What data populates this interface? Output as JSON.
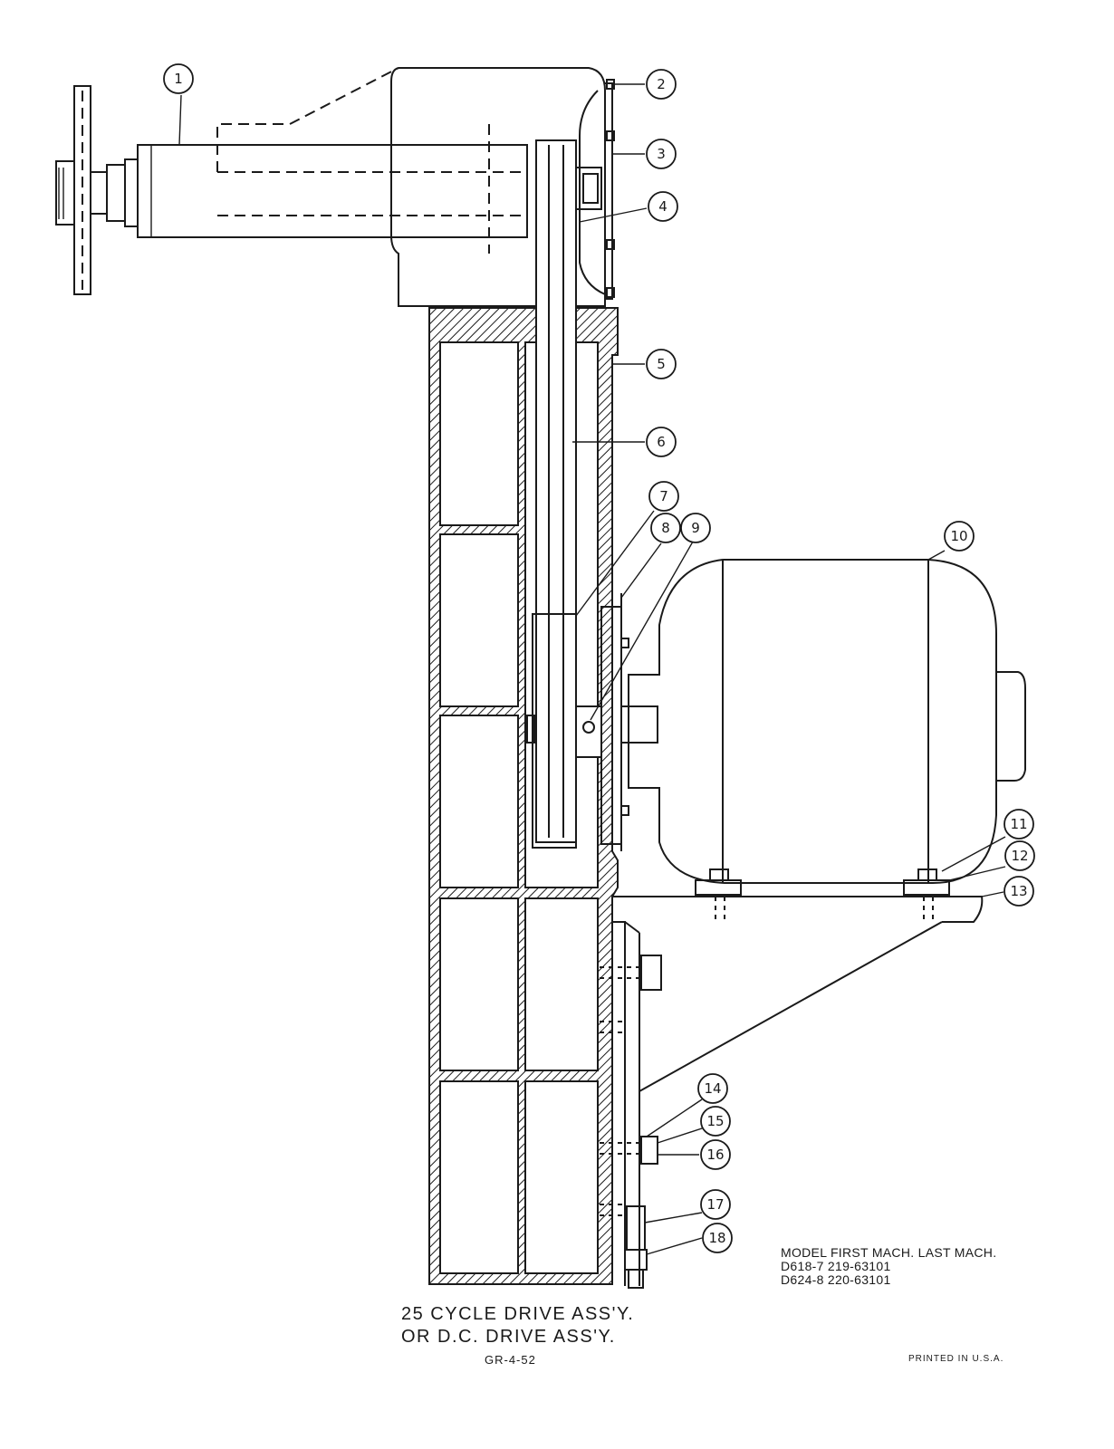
{
  "callouts": [
    "1",
    "2",
    "3",
    "4",
    "5",
    "6",
    "7",
    "8",
    "9",
    "10",
    "11",
    "12",
    "13",
    "14",
    "15",
    "16",
    "17",
    "18"
  ],
  "title": {
    "line1": "25 CYCLE DRIVE ASS'Y.",
    "line2": "OR D.C. DRIVE ASS'Y.",
    "drawing_number": "GR-4-52"
  },
  "model_table": {
    "header": "MODEL FIRST MACH. LAST MACH.",
    "rows": [
      "D618-7 219-63101",
      "D624-8 220-63101"
    ]
  },
  "footer": {
    "printed": "PRINTED IN U.S.A."
  }
}
